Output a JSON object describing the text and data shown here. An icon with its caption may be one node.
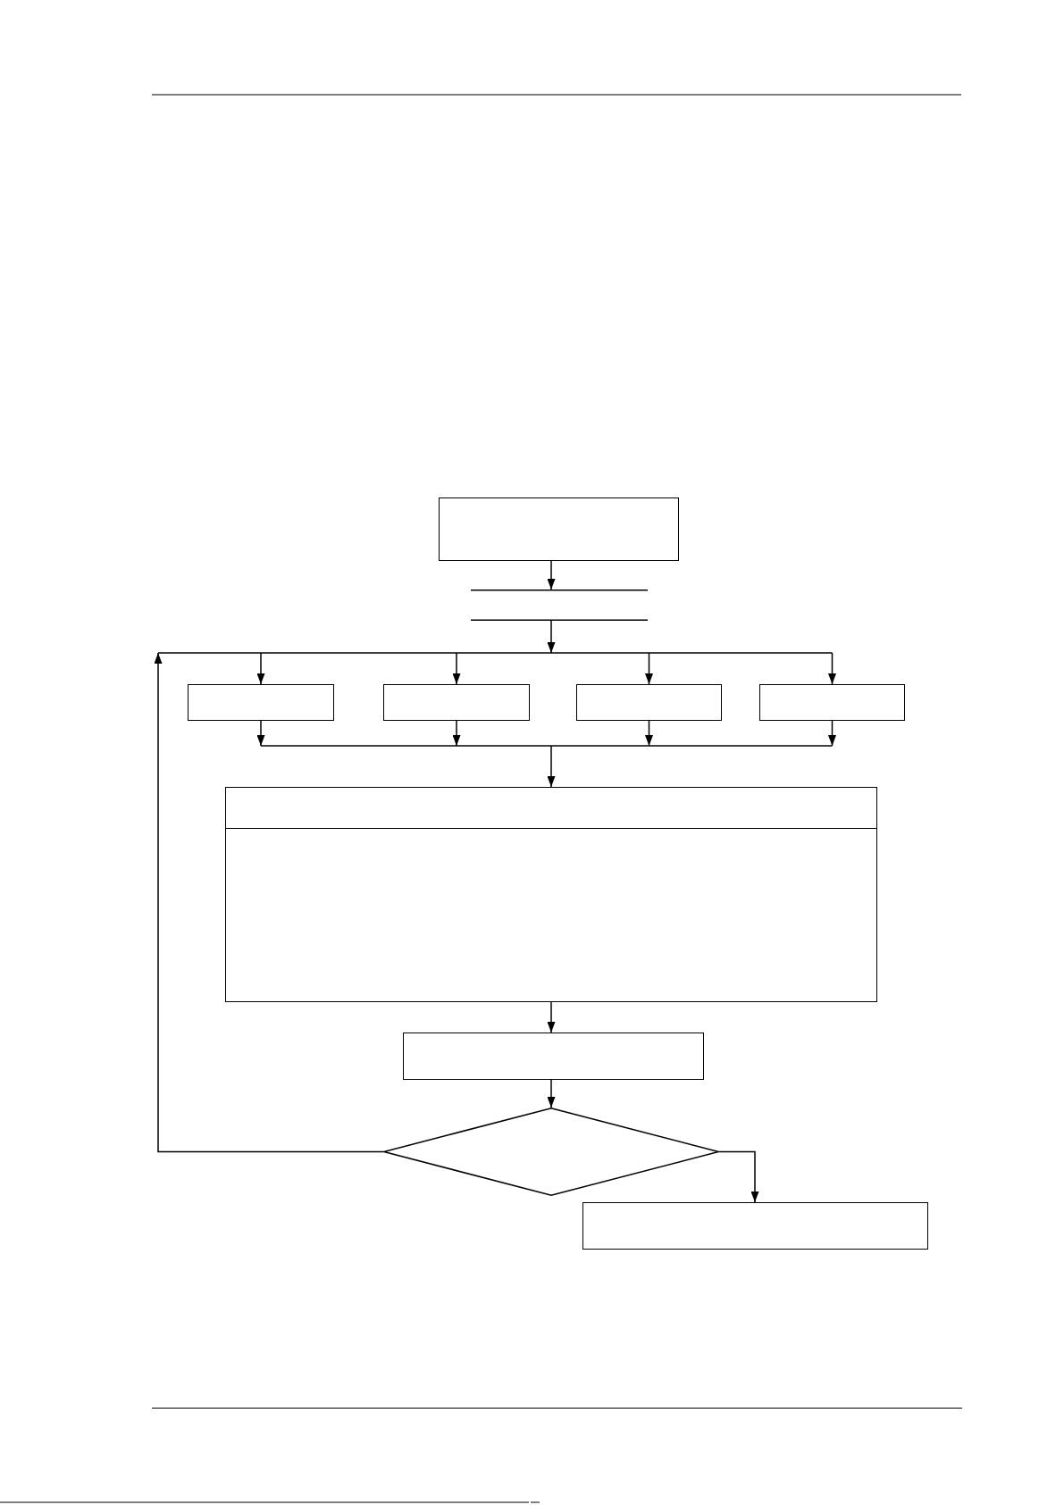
{
  "diagram": {
    "nodes": [
      {
        "text": [],
        "shape": "box"
      },
      {
        "text": [],
        "shape": "lines"
      },
      {
        "text": [],
        "shape": "box"
      },
      {
        "text": [],
        "shape": "box"
      },
      {
        "text": [],
        "shape": "box"
      },
      {
        "text": [],
        "shape": "box"
      },
      {
        "text": [],
        "shape": "box"
      },
      {
        "text": [],
        "shape": "box"
      },
      {
        "text": [],
        "shape": "diamond"
      },
      {
        "text": [],
        "shape": "box"
      }
    ],
    "edges": [
      {
        "from": 0,
        "to": 1,
        "arrow": "to"
      },
      {
        "from": 1,
        "to": 2,
        "arrow": "to"
      },
      {
        "from": 1,
        "to": 3,
        "arrow": "to"
      },
      {
        "from": 1,
        "to": 4,
        "arrow": "to"
      },
      {
        "from": 1,
        "to": 5,
        "arrow": "to"
      },
      {
        "from": 8,
        "to": 2,
        "arrow": "to"
      },
      {
        "from": 8,
        "to": 3,
        "arrow": "to"
      },
      {
        "from": 8,
        "to": 4,
        "arrow": "to"
      },
      {
        "from": 8,
        "to": 5,
        "arrow": "to"
      },
      {
        "from": 2,
        "to": 6,
        "arrow": "to"
      },
      {
        "from": 3,
        "to": 6,
        "arrow": "to"
      },
      {
        "from": 4,
        "to": 6,
        "arrow": "to"
      },
      {
        "from": 5,
        "to": 6,
        "arrow": "to"
      },
      {
        "from": 6,
        "to": 7,
        "arrow": "to"
      },
      {
        "from": 7,
        "to": 8,
        "arrow": "to"
      },
      {
        "from": 8,
        "to": 9,
        "arrow": "to"
      }
    ]
  }
}
